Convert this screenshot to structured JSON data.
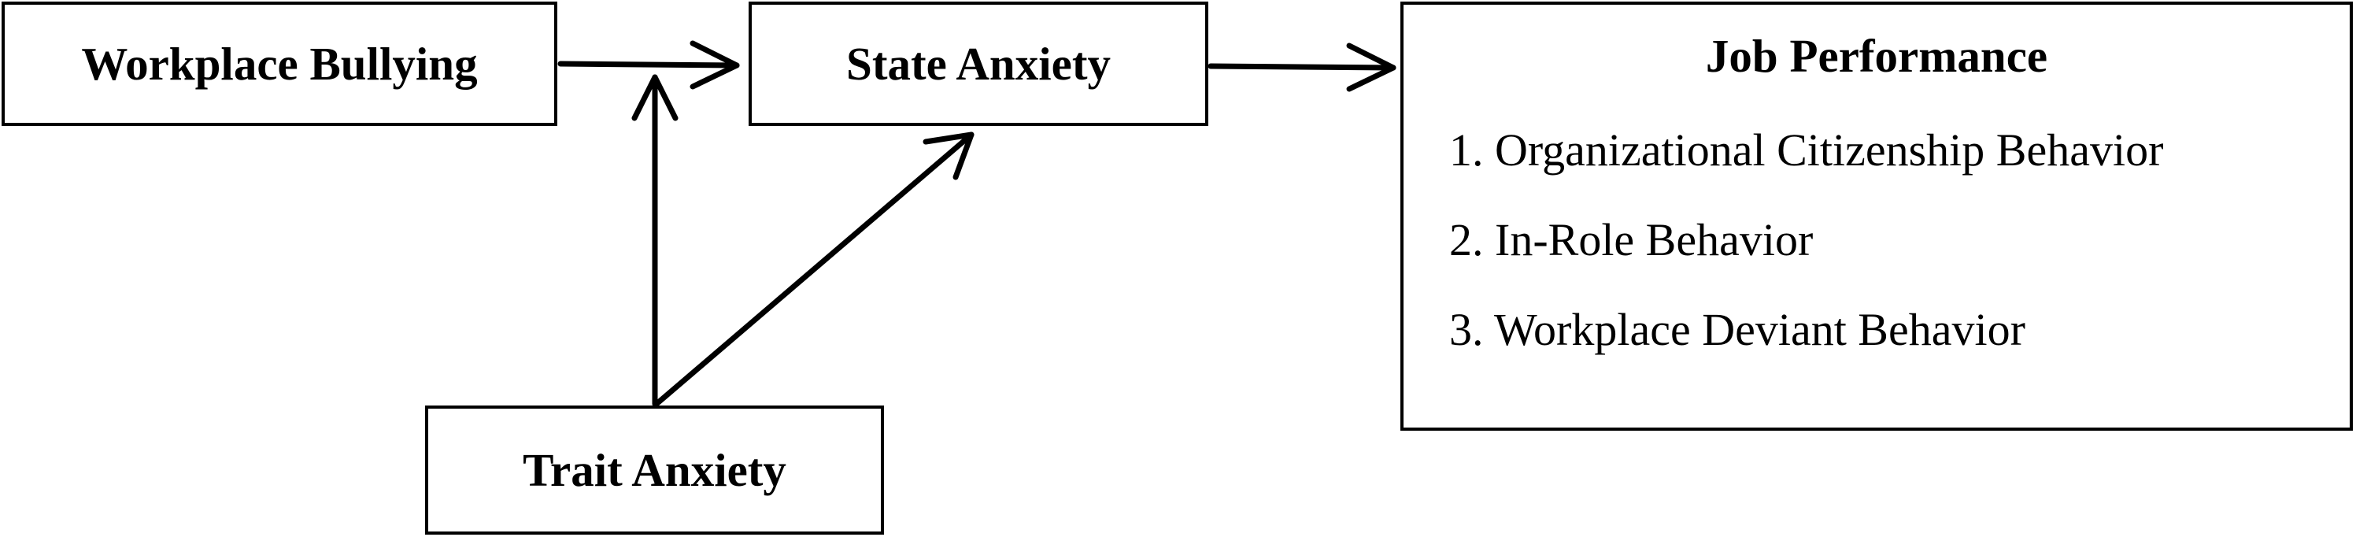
{
  "nodes": {
    "workplace_bullying": "Workplace Bullying",
    "state_anxiety": "State Anxiety",
    "trait_anxiety": "Trait Anxiety",
    "job_performance": {
      "title": "Job Performance",
      "items": [
        "1. Organizational Citizenship Behavior",
        "2. In-Role Behavior",
        "3. Workplace Deviant Behavior"
      ]
    }
  },
  "edges": [
    {
      "from": "Workplace Bullying",
      "to": "State Anxiety"
    },
    {
      "from": "State Anxiety",
      "to": "Job Performance"
    },
    {
      "from": "Trait Anxiety",
      "to": "Workplace Bullying → State Anxiety"
    },
    {
      "from": "Trait Anxiety",
      "to": "State Anxiety"
    }
  ],
  "colors": {
    "line": "#000000",
    "background": "#ffffff"
  }
}
